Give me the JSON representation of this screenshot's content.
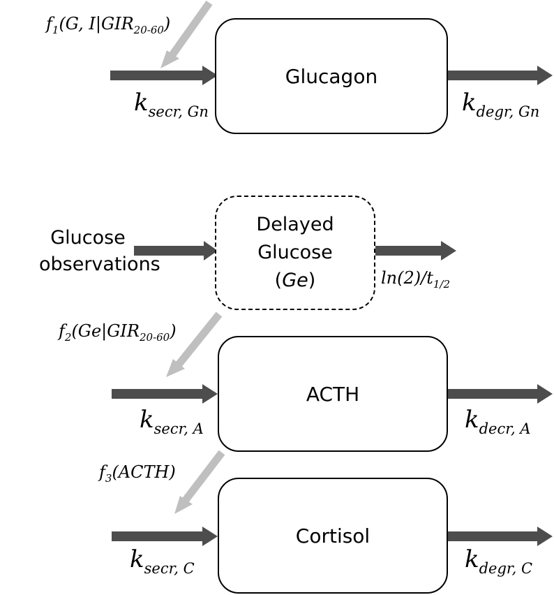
{
  "glucagon": {
    "box_label": "Glucagon",
    "f_name": "f",
    "f_index": "1",
    "f_args_pre": "(G, I|GIR",
    "f_args_sub": "20-60",
    "k_in": {
      "main": "k",
      "sub": "secr, Gn"
    },
    "k_out": {
      "main": "k",
      "sub": "degr, Gn"
    }
  },
  "delayed_glucose": {
    "input_label_line1": "Glucose",
    "input_label_line2": "observations",
    "box_line1": "Delayed",
    "box_line2": "Glucose",
    "box_line3_open": "(",
    "box_line3_var": "Ge",
    "box_line3_close": ")",
    "out_label_main": "ln(2)/t",
    "out_label_sub": "1/2"
  },
  "acth": {
    "box_label": "ACTH",
    "f_name": "f",
    "f_index": "2",
    "f_args_pre": "(Ge|GIR",
    "f_args_sub": "20-60",
    "k_in": {
      "main": "k",
      "sub": "secr, A"
    },
    "k_out": {
      "main": "k",
      "sub": "decr, A"
    }
  },
  "cortisol": {
    "box_label": "Cortisol",
    "f_name": "f",
    "f_index": "3",
    "f_args_pre": "(ACTH)",
    "k_in": {
      "main": "k",
      "sub": "secr, C"
    },
    "k_out": {
      "main": "k",
      "sub": "degr, C"
    }
  },
  "colors": {
    "arrow_dark": "#4d4d4d",
    "arrow_light": "#bfbfbf",
    "box_border": "#000000"
  }
}
